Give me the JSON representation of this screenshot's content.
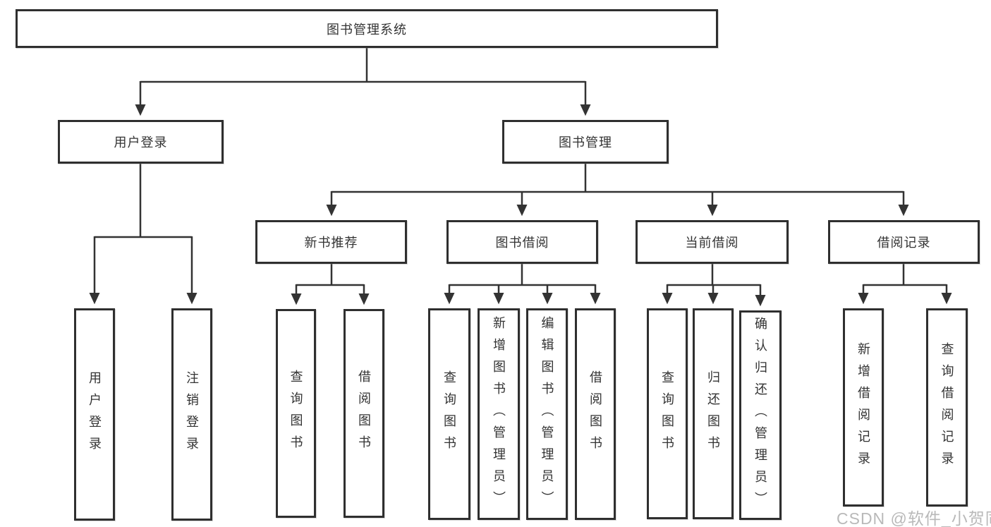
{
  "diagram_title": "图书管理系统",
  "tree": {
    "root": {
      "label": "图书管理系统"
    },
    "user_login": {
      "label": "用户登录",
      "children": [
        {
          "label": "用户登录"
        },
        {
          "label": "注销登录"
        }
      ]
    },
    "book_management": {
      "label": "图书管理",
      "groups": [
        {
          "label": "新书推荐",
          "children": [
            {
              "label": "查询图书"
            },
            {
              "label": "借阅图书"
            }
          ]
        },
        {
          "label": "图书借阅",
          "children": [
            {
              "label": "查询图书"
            },
            {
              "label": "新增图书（管理员）"
            },
            {
              "label": "编辑图书（管理员）"
            },
            {
              "label": "借阅图书"
            }
          ]
        },
        {
          "label": "当前借阅",
          "children": [
            {
              "label": "查询图书"
            },
            {
              "label": "归还图书"
            },
            {
              "label": "确认归还（管理员）"
            }
          ]
        },
        {
          "label": "借阅记录",
          "children": [
            {
              "label": "新增借阅记录"
            },
            {
              "label": "查询借阅记录"
            }
          ]
        }
      ]
    }
  },
  "watermark": {
    "text": "CSDN @软件_小贺同学"
  },
  "colors": {
    "line": "#333333",
    "box_border": "#2f2f2f",
    "text": "#333333",
    "background": "#ffffff",
    "watermark": "#b9b9b9"
  }
}
